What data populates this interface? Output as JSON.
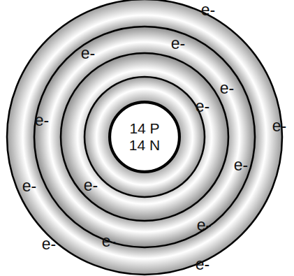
{
  "diagram": {
    "nodes": [
      {
        "text": [
          "14 P",
          "14 N"
        ]
      }
    ],
    "labels": [
      "e-",
      "e-",
      "e-",
      "e-",
      "e-",
      "e-",
      "e-",
      "e-",
      "e-",
      "e-",
      "e-",
      "e-",
      "e-",
      "e-"
    ]
  }
}
